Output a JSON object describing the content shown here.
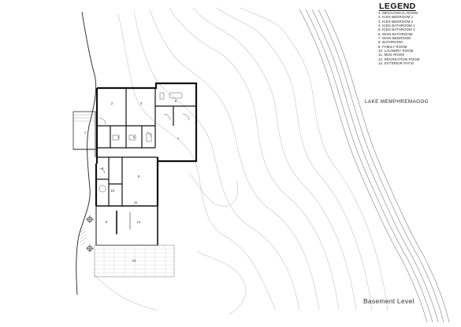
{
  "legend": {
    "title": "LEGEND",
    "items": [
      "1. MECHANICAL ROOM",
      "2. KIDS BEDROOM 1",
      "3. KIDS BEDROOM 2",
      "4. KIDS BATHROOM 1",
      "5. KIDS BATHROOM 2",
      "6. MAIN BATHROOM",
      "7. MAIN BEDROOM",
      "8. BATHROOM",
      "9. FAMILY ROOM",
      "10. LAUNDRY ROOM",
      "11. MUD ROOM",
      "12. RECREATION ROOM",
      "13. EXTERIOR PATIO"
    ]
  },
  "lake_label": "LAKE MEMPHREMAGOG",
  "level_label": "Basement Level",
  "room_labels": [
    "1",
    "2",
    "3",
    "4",
    "5",
    "6",
    "7",
    "8",
    "9",
    "10",
    "11",
    "9",
    "12",
    "13"
  ],
  "colors": {
    "ink": "#111111",
    "contour": "#bdbdbd",
    "shore": "#222222"
  }
}
